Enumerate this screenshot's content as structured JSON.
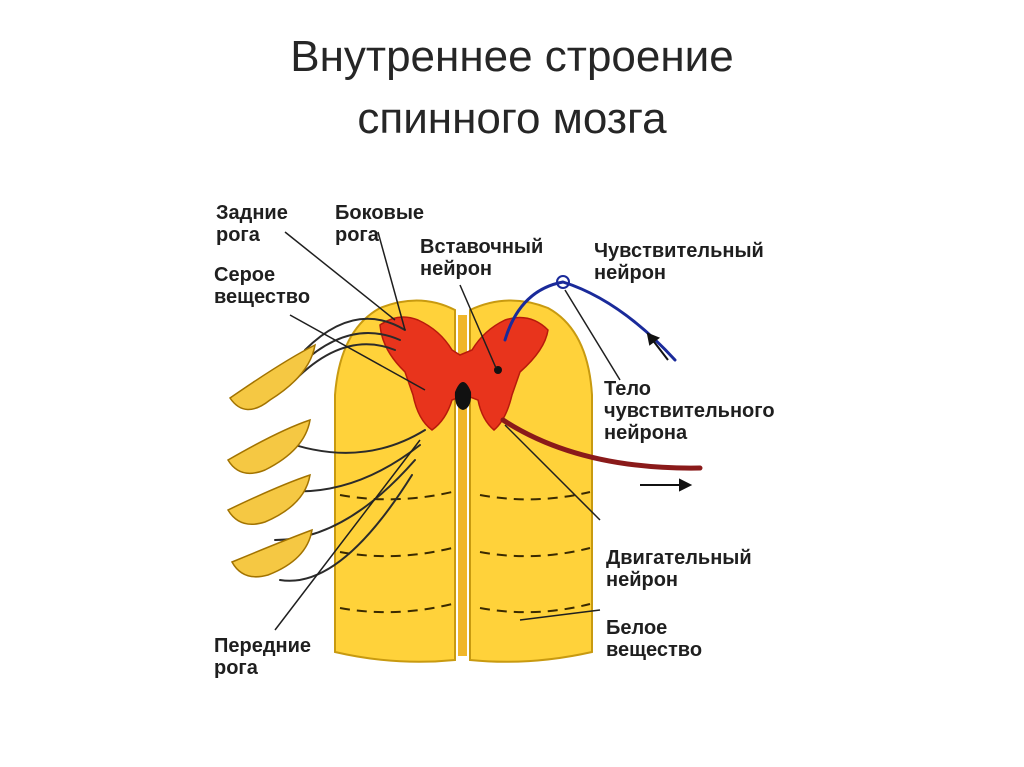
{
  "title": {
    "line1": "Внутреннее строение",
    "line2": "спинного мозга"
  },
  "labels": {
    "posterior_horns": [
      "Задние",
      "рога"
    ],
    "lateral_horns": [
      "Боковые",
      "рога"
    ],
    "gray_matter": [
      "Серое",
      "вещество"
    ],
    "interneuron": [
      "Вставочный",
      "нейрон"
    ],
    "sensory_neuron": [
      "Чувствительный",
      "нейрон"
    ],
    "sensory_neuron_body": [
      "Тело",
      "чувствительного",
      "нейрона"
    ],
    "motor_neuron": [
      "Двигательный",
      "нейрон"
    ],
    "white_matter": [
      "Белое",
      "вещество"
    ],
    "anterior_horns": [
      "Передние",
      "рога"
    ]
  },
  "colors": {
    "white_matter": "#ffd23a",
    "white_matter_edge": "#c89a10",
    "gray_matter": "#e8341c",
    "ganglion": "#f5c843",
    "motor_fiber": "#8a1a1a",
    "sensory_fiber": "#1a2a9a"
  }
}
